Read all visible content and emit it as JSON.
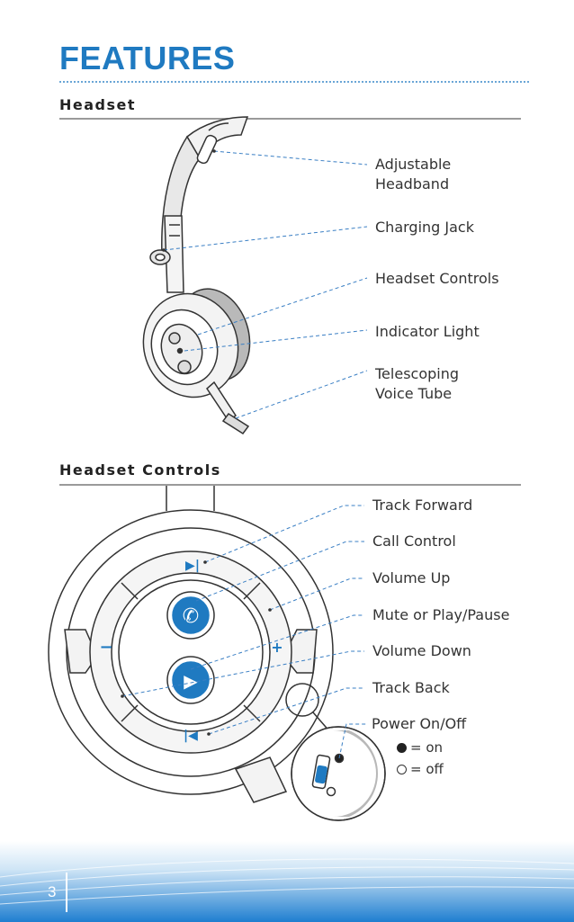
{
  "page": {
    "title": "FEATURES",
    "page_number": "3"
  },
  "headset_section": {
    "heading": "Headset",
    "labels": [
      {
        "line1": "Adjustable",
        "line2": "Headband"
      },
      {
        "line1": "Charging Jack",
        "line2": ""
      },
      {
        "line1": "Headset Controls",
        "line2": ""
      },
      {
        "line1": "Indicator Light",
        "line2": ""
      },
      {
        "line1": "Telescoping",
        "line2": "Voice Tube"
      }
    ]
  },
  "controls_section": {
    "heading": "Headset Controls",
    "labels": [
      "Track Forward",
      "Call Control",
      "Volume Up",
      "Mute or Play/Pause",
      "Volume Down",
      "Track Back",
      "Power On/Off"
    ],
    "legend": {
      "on": "= on",
      "off": "= off"
    }
  },
  "colors": {
    "accent": "#1f7ac1",
    "leader": "#3a7fc4",
    "rule": "#9a9a9a",
    "footer_blue": "#1e7ed0"
  },
  "icons": [
    "phone-icon",
    "mute-play-pause-icon",
    "track-forward-icon",
    "track-back-icon",
    "volume-up-icon",
    "volume-down-icon"
  ]
}
